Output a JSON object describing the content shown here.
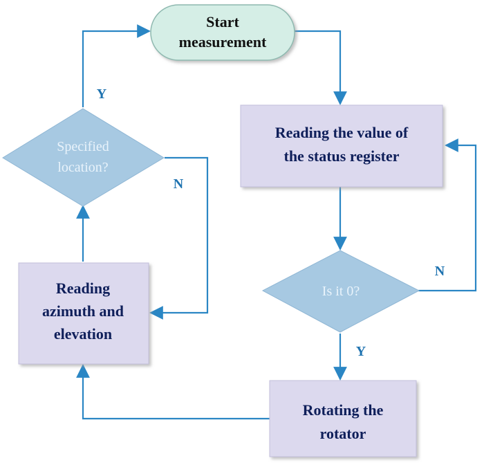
{
  "nodes": {
    "start": {
      "lines": [
        "Start",
        "measurement"
      ]
    },
    "read_status": {
      "lines": [
        "Reading the value of",
        "the status register"
      ]
    },
    "is_zero": {
      "lines": [
        "Is it 0?"
      ]
    },
    "rotate": {
      "lines": [
        "Rotating the",
        "rotator"
      ]
    },
    "read_azel": {
      "lines": [
        "Reading",
        "azimuth and",
        "elevation"
      ]
    },
    "specified": {
      "lines": [
        "Specified",
        "location?"
      ]
    }
  },
  "edge_labels": {
    "is_zero_no": "N",
    "is_zero_yes": "Y",
    "specified_no": "N",
    "specified_yes": "Y"
  },
  "colors": {
    "box_fill": "#dcd9ee",
    "start_fill": "#d5eee6",
    "diamond_fill": "#a7c9e2",
    "edge": "#2a86c4",
    "label": "#1f73b0"
  }
}
